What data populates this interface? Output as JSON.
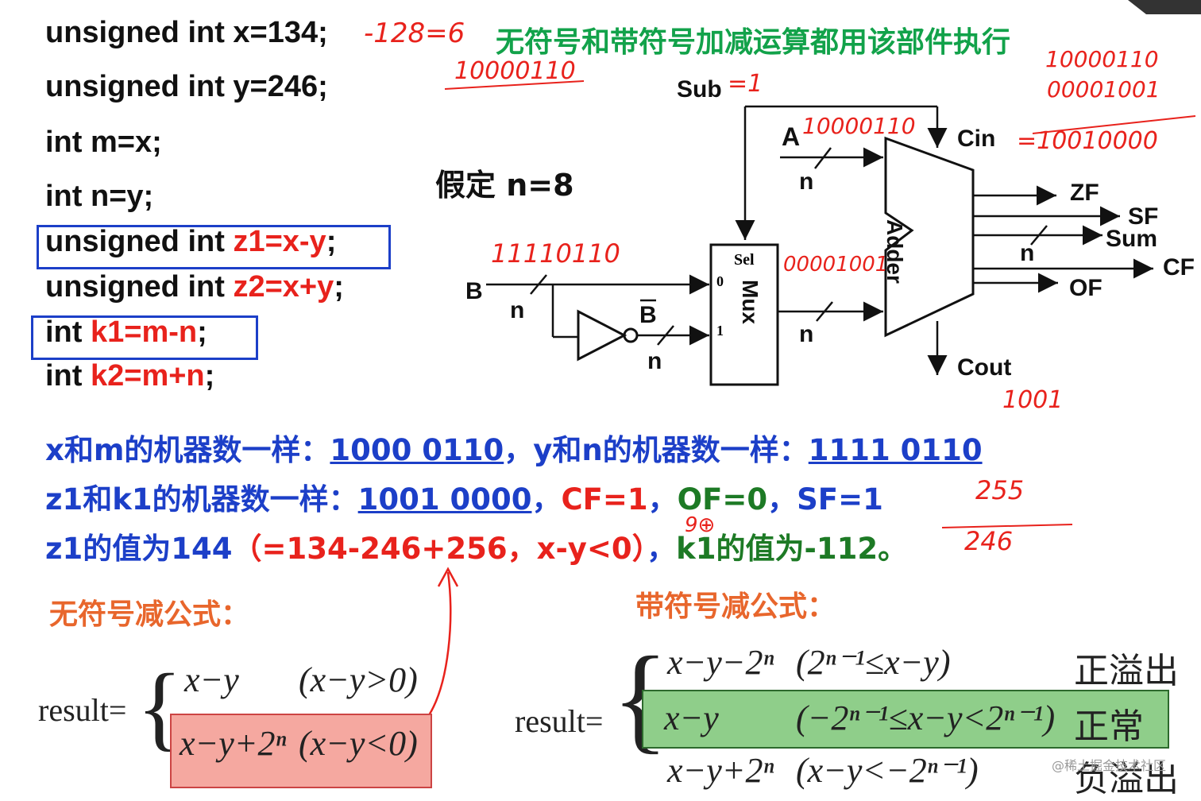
{
  "code": {
    "line1": "unsigned int x=134;",
    "line2": "unsigned int y=246;",
    "line3": "int m=x;",
    "line4": "int n=y;",
    "line5_prefix": "unsigned int ",
    "line5_expr": "z1=x-y",
    "line5_suffix": ";",
    "line6_prefix": "unsigned int ",
    "line6_expr": "z2=x+y",
    "line6_suffix": ";",
    "line7_prefix": "int ",
    "line7_expr": "k1=m-n",
    "line7_suffix": ";",
    "line8_prefix": "int ",
    "line8_expr": "k2=m+n",
    "line8_suffix": ";"
  },
  "title": "无符号和带符号加减运算都用该部件执行",
  "assume": "假定 n=8",
  "diagram": {
    "sub": "Sub",
    "a": "A",
    "b": "B",
    "b_bar": "B",
    "cin": "Cin",
    "cout": "Cout",
    "n": "n",
    "zf": "ZF",
    "sf": "SF",
    "sum": "Sum",
    "cf": "CF",
    "of": "OF",
    "adder": "Adder",
    "mux": "Mux",
    "sel": "Sel",
    "mux_in0": "0",
    "mux_in1": "1"
  },
  "handwriting": {
    "x_note": "-128=6",
    "x_bin": "10000110",
    "sub_val": "=1",
    "a_val": "10000110",
    "b_val": "11110110",
    "mux_out": "00001001",
    "sum1": "10000110",
    "sum2": "00001001",
    "sum3": "=10010000",
    "note_1001": "1001",
    "note_255": "255",
    "note_246": "246",
    "note_90": "9⊕"
  },
  "explain": {
    "l1_a": "x和m的机器数一样：",
    "l1_b": "1000 0110",
    "l1_c": "，y和n的机器数一样：",
    "l1_d": "1111 0110",
    "l2_a": "z1和k1的机器数一样：",
    "l2_b": "1001 0000",
    "l2_c": "，",
    "l2_d": "CF=1",
    "l2_e": "，",
    "l2_f": "OF=0",
    "l2_g": "，",
    "l2_h": "SF=1",
    "l3_a": "z1的值为144",
    "l3_b": "（",
    "l3_c": "=134-246+256",
    "l3_d": "，x-y<0",
    "l3_e": "）",
    "l3_f": "，",
    "l3_g": "k1的值为-112",
    "l3_h": "。"
  },
  "unsigned_formula": {
    "title": "无符号减公式：",
    "result": "result=",
    "r1_expr": "x−y",
    "r1_cond": "(x−y>0)",
    "r2_expr": "x−y+2ⁿ",
    "r2_cond": "(x−y<0)"
  },
  "signed_formula": {
    "title": "带符号减公式：",
    "result": "result=",
    "r1_expr": "x−y−2ⁿ",
    "r1_cond": "(2ⁿ⁻¹≤x−y)",
    "r1_label": "正溢出",
    "r2_expr": "x−y",
    "r2_cond": "(−2ⁿ⁻¹≤x−y<2ⁿ⁻¹)",
    "r2_label": "正常",
    "r3_expr": "x−y+2ⁿ",
    "r3_cond": "(x−y<−2ⁿ⁻¹)",
    "r3_label": "负溢出"
  },
  "watermark": "@稀土掘金技术社区",
  "colors": {
    "red": "#e8221c",
    "blue": "#1c3fc8",
    "green": "#1d7a25",
    "title_green": "#12a24a",
    "orange": "#e8662c",
    "pink_box": "#f5a8a0",
    "green_box": "#8fce8a"
  }
}
